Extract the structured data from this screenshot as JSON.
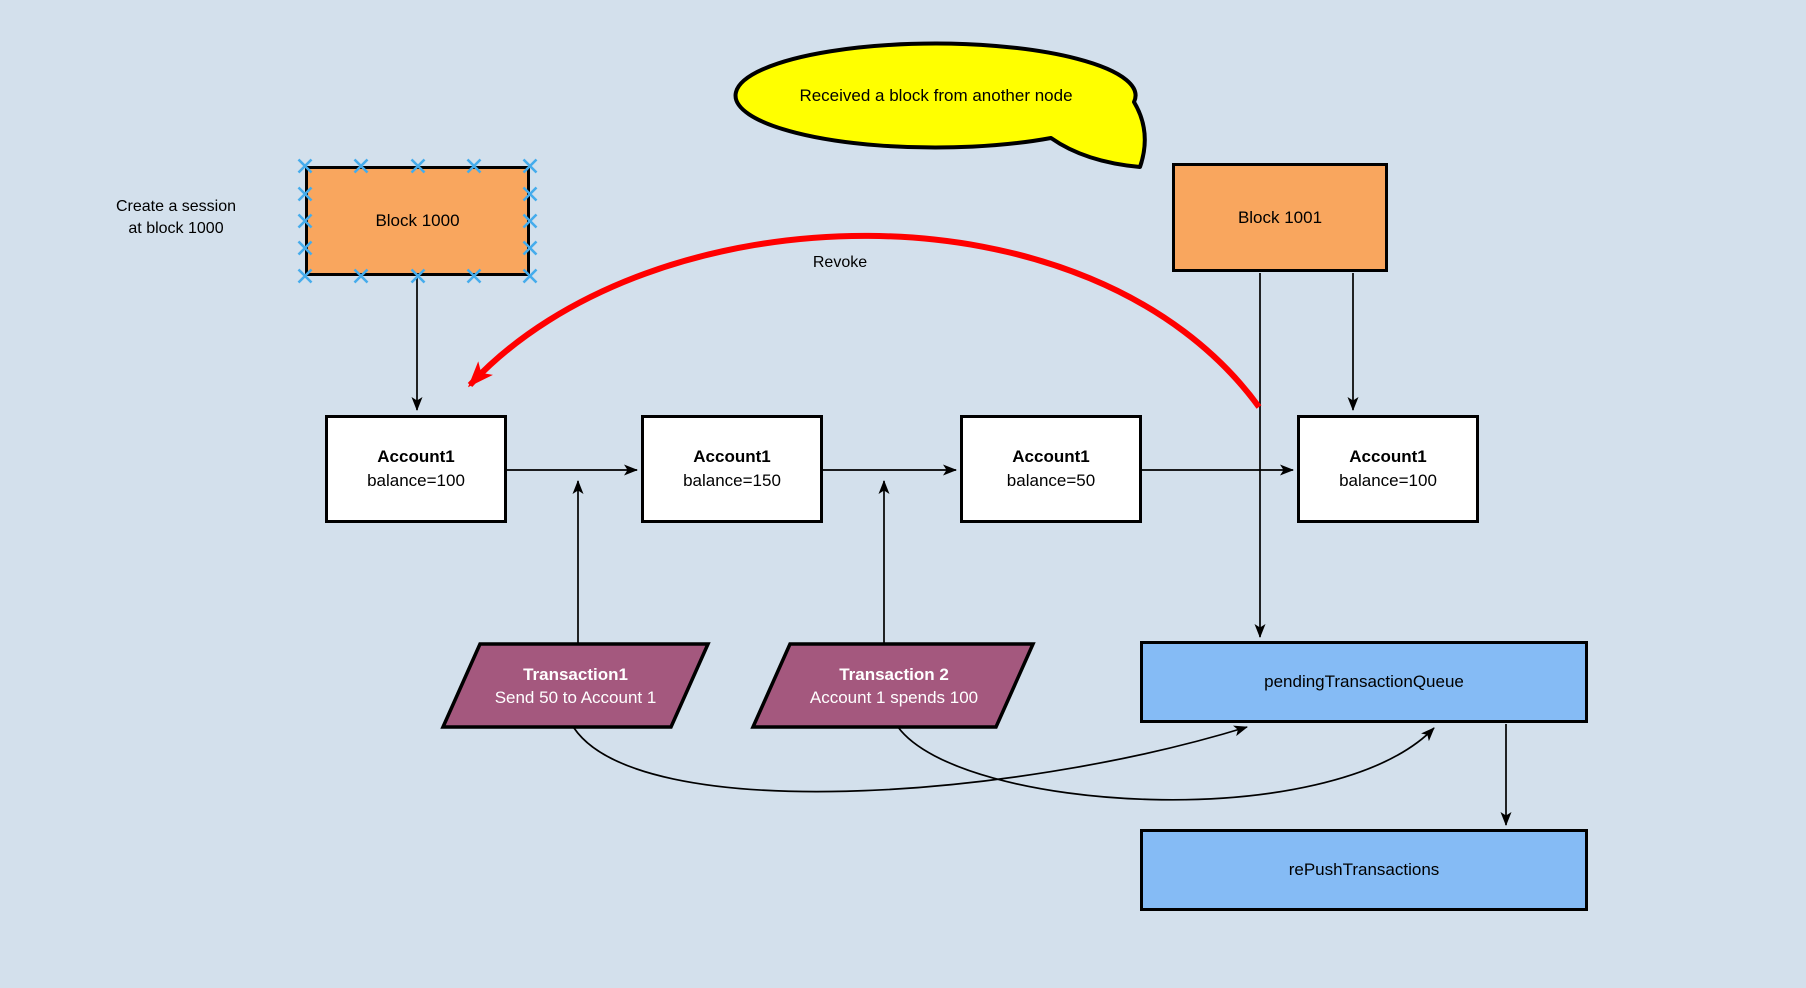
{
  "canvas": {
    "background": "#D3E0EC"
  },
  "annotation": {
    "line1": "Create a session",
    "line2": "at block 1000"
  },
  "speech_bubble": {
    "text": "Received a block from another node"
  },
  "blocks": {
    "block1000": {
      "label": "Block 1000"
    },
    "block1001": {
      "label": "Block 1001"
    }
  },
  "accounts": [
    {
      "title": "Account1",
      "balance": "balance=100"
    },
    {
      "title": "Account1",
      "balance": "balance=150"
    },
    {
      "title": "Account1",
      "balance": "balance=50"
    },
    {
      "title": "Account1",
      "balance": "balance=100"
    }
  ],
  "transactions": [
    {
      "title": "Transaction1",
      "subtitle": "Send 50 to Account 1"
    },
    {
      "title": "Transaction 2",
      "subtitle": "Account 1 spends 100"
    }
  ],
  "queues": {
    "pending": {
      "label": "pendingTransactionQueue"
    },
    "repush": {
      "label": "rePushTransactions"
    }
  },
  "edge_labels": {
    "revoke": "Revoke"
  },
  "colors": {
    "canvas": "#D3E0EC",
    "block_orange": "#F9A65E",
    "transaction_purple": "#A4587E",
    "queue_blue": "#85BBF5",
    "bubble_yellow": "#FFFF00",
    "revoke_red": "#FF0000",
    "connection_handle_blue": "#45ACEC",
    "node_border": "#000000"
  }
}
